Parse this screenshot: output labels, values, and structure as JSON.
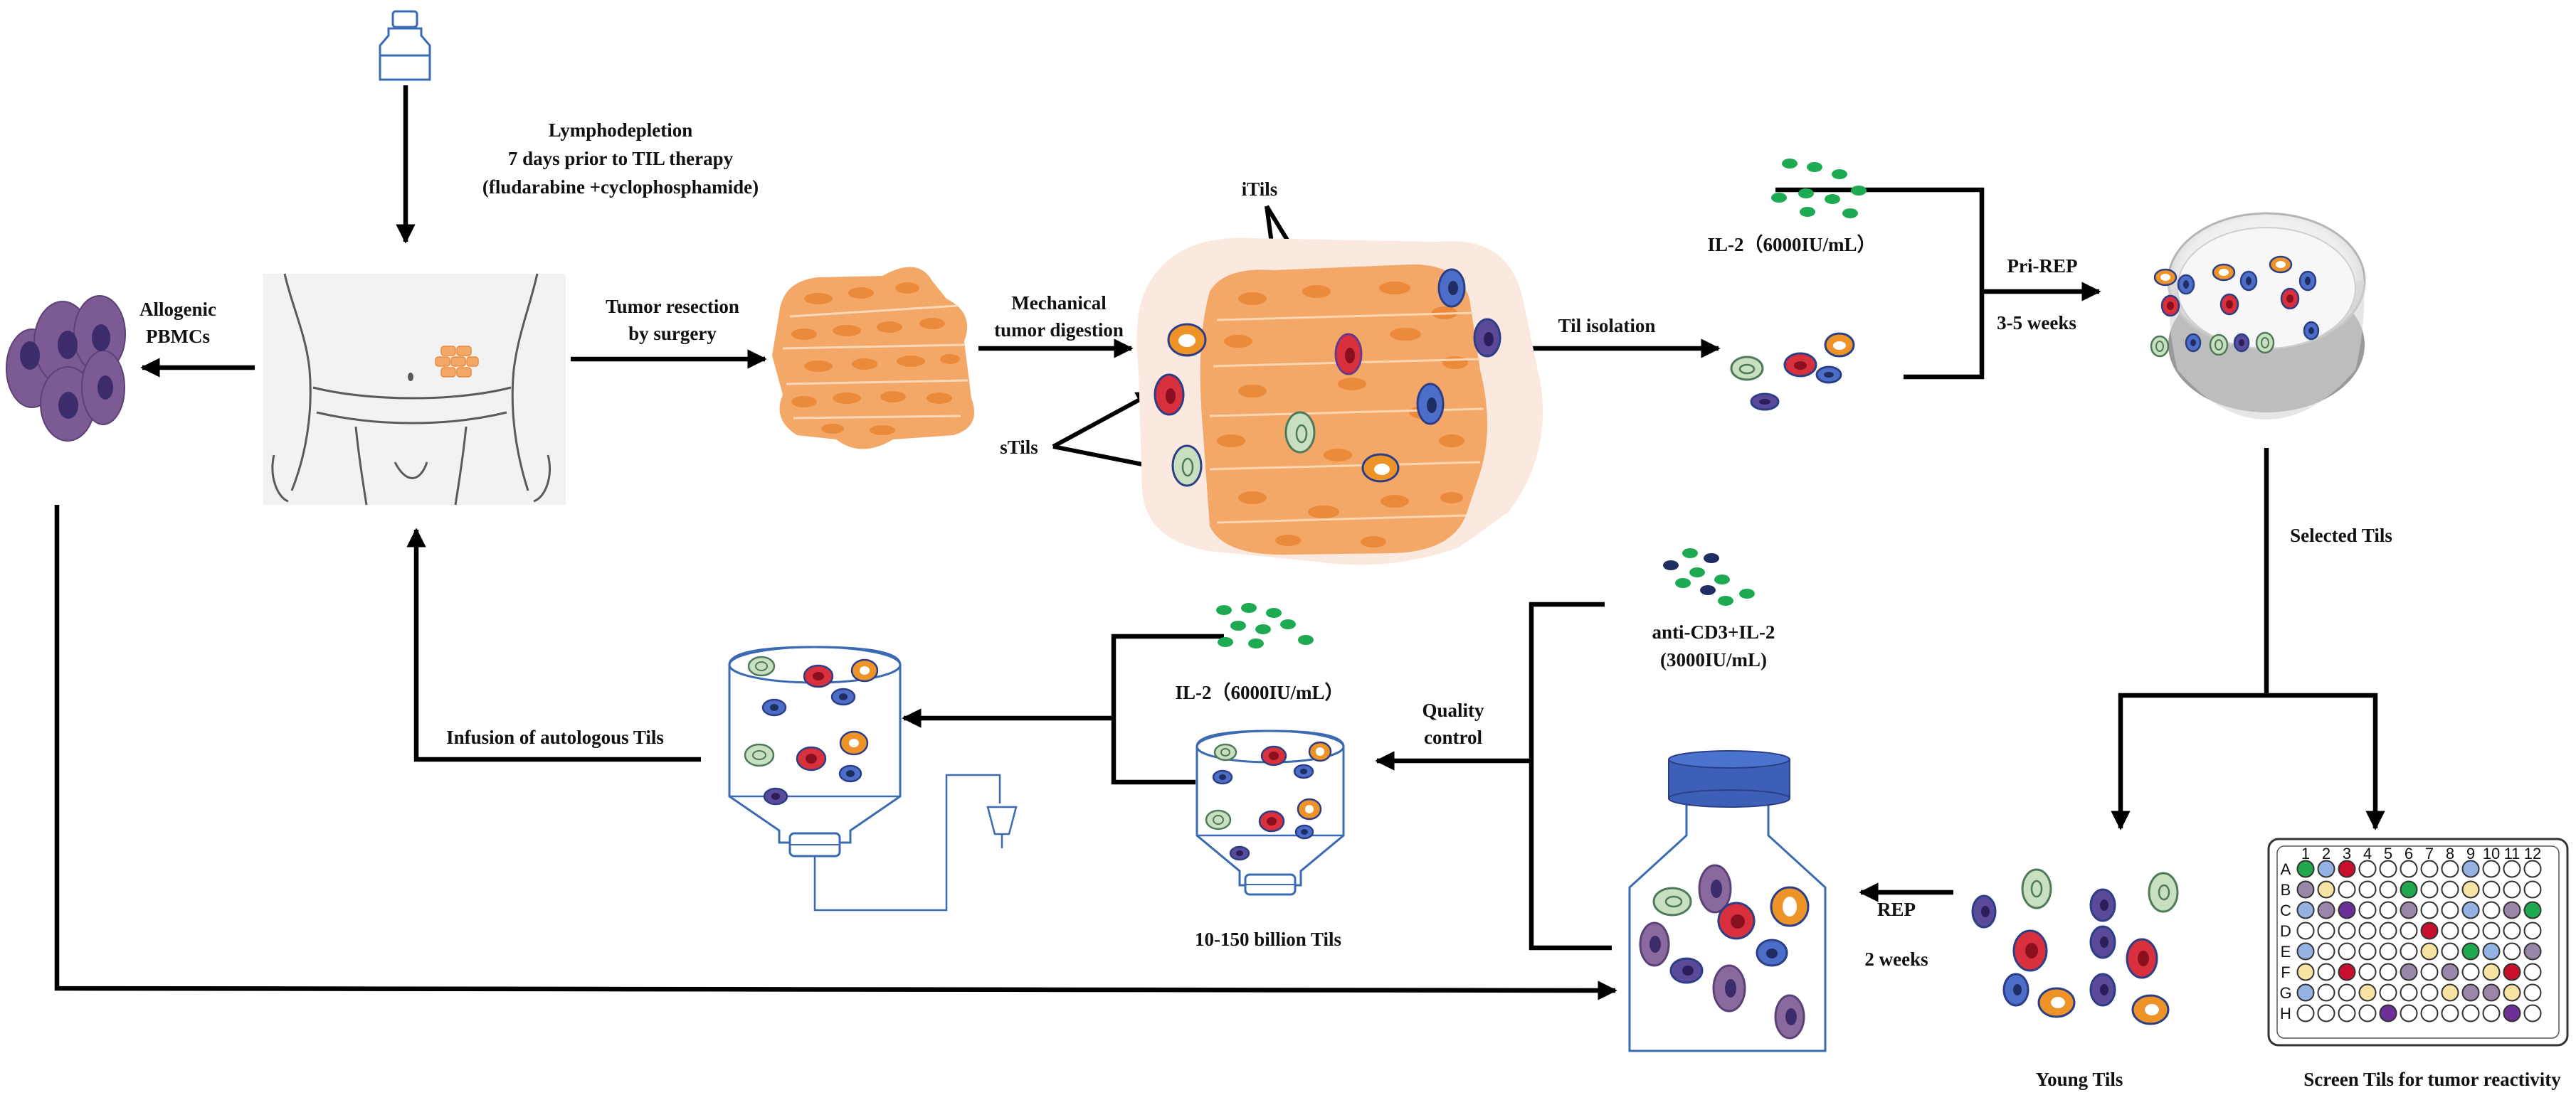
{
  "labels": {
    "lymphodepletion_1": "Lymphodepletion",
    "lymphodepletion_2": "7 days prior to TIL therapy",
    "lymphodepletion_3": "(fludarabine +cyclophosphamide)",
    "allogenic_1": "Allogenic",
    "allogenic_2": "PBMCs",
    "resection_1": "Tumor resection",
    "resection_2": "by surgery",
    "digestion_1": "Mechanical",
    "digestion_2": "tumor digestion",
    "itils": "iTils",
    "stils": "sTils",
    "til_isolation": "Til isolation",
    "il2_top": "IL-2（6000IU/mL）",
    "prirep_1": "Pri-REP",
    "prirep_2": "3-5 weeks",
    "selected_tils": "Selected Tils",
    "anticd3_1": "anti-CD3+IL-2",
    "anticd3_2": "(3000IU/mL)",
    "il2_mid": "IL-2（6000IU/mL）",
    "quality_1": "Quality",
    "quality_2": "control",
    "infusion": "Infusion of autologous Tils",
    "billion": "10-150 billion Tils",
    "rep_1": "REP",
    "rep_2": "2 weeks",
    "young_tils": "Young Tils",
    "screen_tils": "Screen Tils for tumor reactivity"
  },
  "plate": {
    "columns": [
      "1",
      "2",
      "3",
      "4",
      "5",
      "6",
      "7",
      "8",
      "9",
      "10",
      "11",
      "12"
    ],
    "rows": [
      "A",
      "B",
      "C",
      "D",
      "E",
      "F",
      "G",
      "H"
    ]
  },
  "colors": {
    "arrow": "#000000",
    "tumor": "#f4a868",
    "tumor_dark": "#ec8a3c",
    "tumor_bg": "#fbe9df",
    "il2_dot": "#1eaa52",
    "anti_cd3_dot": "#1f2e62",
    "pbmc": "#7c5a94",
    "pbmc_nucleus": "#3d2c6b",
    "line_art": "#3a6ab2",
    "cell_red": "#d8303c",
    "cell_orange": "#ee9328",
    "cell_green": "#c8dfc0",
    "cell_blue": "#4d6ec8",
    "cell_purple": "#5b4a9a",
    "cell_mauve": "#8a6a9e",
    "plate_green": "#1fa84d",
    "plate_lightblue": "#95b2e4",
    "plate_red": "#c8102e",
    "plate_purple": "#6c3096",
    "plate_cream": "#f7e3a2",
    "plate_mauve": "#9a86a8"
  },
  "icons": [
    "iv-bag-icon",
    "human-body-icon",
    "tumor-tissue-icon",
    "petri-dish-icon",
    "culture-flask-icon",
    "bioreactor-icon",
    "96-well-plate-icon"
  ]
}
